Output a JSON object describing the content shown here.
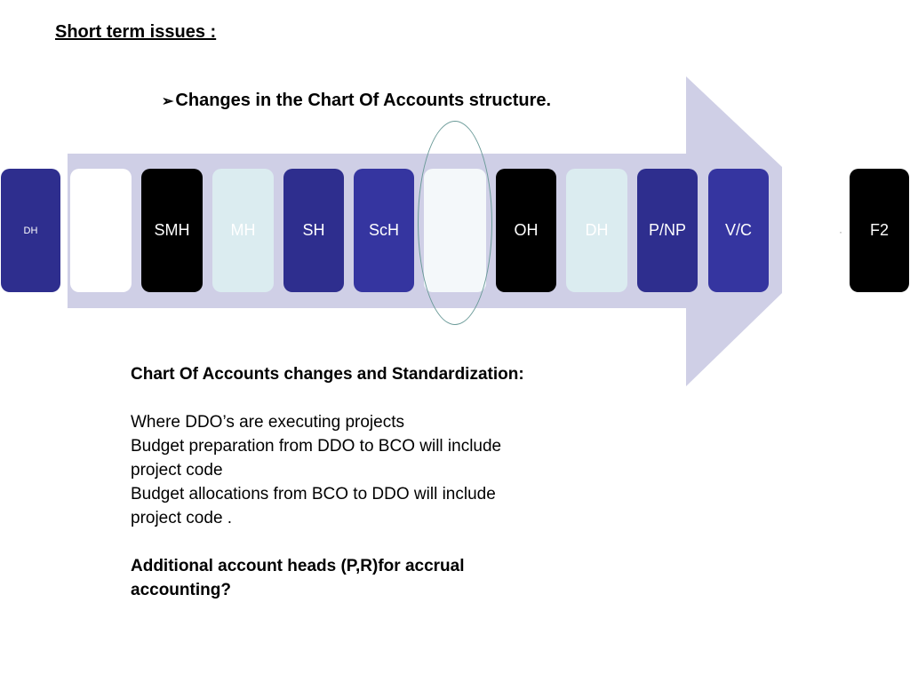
{
  "heading": "Short term issues :",
  "bullet": {
    "glyph": "➢",
    "text": "Changes in the Chart Of Accounts structure."
  },
  "boxes": [
    {
      "label": "DH"
    },
    {
      "label": ""
    },
    {
      "label": "SMH"
    },
    {
      "label": "MH"
    },
    {
      "label": "SH"
    },
    {
      "label": "ScH"
    },
    {
      "label": ""
    },
    {
      "label": "OH"
    },
    {
      "label": "DH"
    },
    {
      "label": "P/NP"
    },
    {
      "label": "V/C"
    },
    {
      "label": "F2"
    }
  ],
  "stray_mark": "·",
  "body": {
    "title": "Chart Of Accounts changes and Standardization:",
    "lines": [
      "Where DDO’s are executing projects",
      "Budget preparation from DDO to BCO will include project code",
      "Budget allocations from BCO to DDO will include project code ."
    ],
    "question": "Additional account heads (P,R)for accrual accounting?"
  },
  "colors": {
    "arrow": "#cfcfe6",
    "dark_blue": "#2e2e8e",
    "blue": "#3535a0",
    "pale": "#dbecf0",
    "oval": "#6a9a98"
  }
}
